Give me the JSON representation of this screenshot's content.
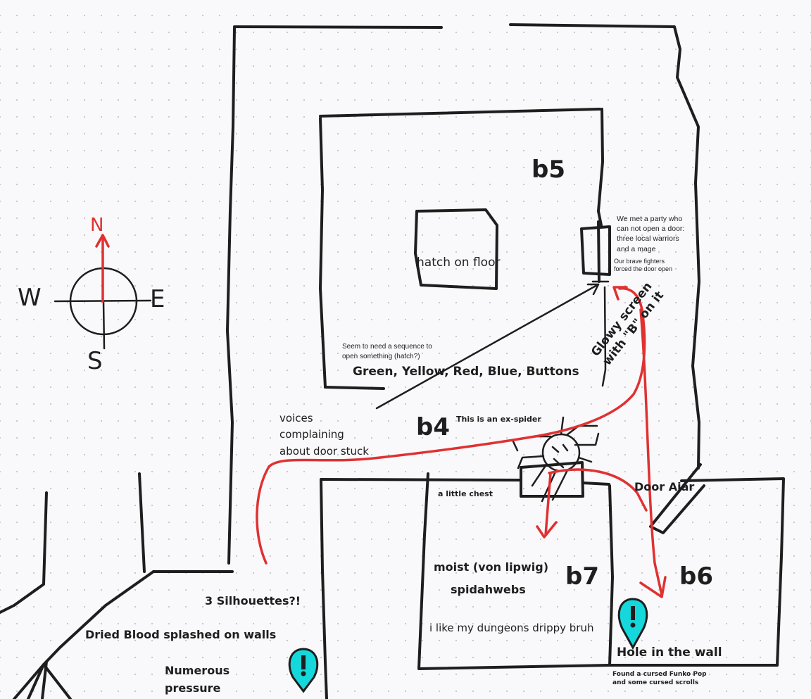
{
  "compass": {
    "north": "N",
    "south": "S",
    "east": "E",
    "west": "W",
    "north_color": "#e03131"
  },
  "rooms": {
    "b4": "b4",
    "b5": "b5",
    "b6": "b6",
    "b7": "b7"
  },
  "notes": {
    "party_met": "We met a party who\ncan not open a door:\nthree local warriors\nand a mage",
    "fighters": "Our brave fighters\nforced the door open",
    "hatch": "hatch on floor",
    "sequence_note": "Seem to need a sequence to\nopen something (hatch?)",
    "buttons": "Green,  Yellow, Red,  Blue, Buttons",
    "glowy_screen": "Glowy screen\nwith \"B\" on it",
    "voices": "voices\ncomplaining\nabout door stuck",
    "ex_spider": "This is an ex-spider",
    "little_chest": "a little chest",
    "door_ajar": "Door Ajar",
    "moist": "moist (von lipwig)",
    "spidahwebs": "spidahwebs",
    "drippy": "i like my dungeons drippy bruh",
    "hole": "Hole in the wall",
    "funko": "Found a cursed Funko Pop\nand some cursed scrolls",
    "silhouettes": "3 Silhouettes?!",
    "dried_blood": "Dried Blood splashed on walls",
    "pressure": "Numerous\npressure"
  },
  "markers": [
    {
      "icon": "exclamation-pin-icon",
      "color": "#15d8dc",
      "room": "b6"
    },
    {
      "icon": "exclamation-pin-icon",
      "color": "#15d8dc",
      "room": "west-corridor"
    }
  ],
  "colors": {
    "ink": "#1e1e1e",
    "path": "#e03131",
    "marker": "#15d8dc",
    "background": "#f9f9fb",
    "grid_dot": "#c9c9cf"
  }
}
